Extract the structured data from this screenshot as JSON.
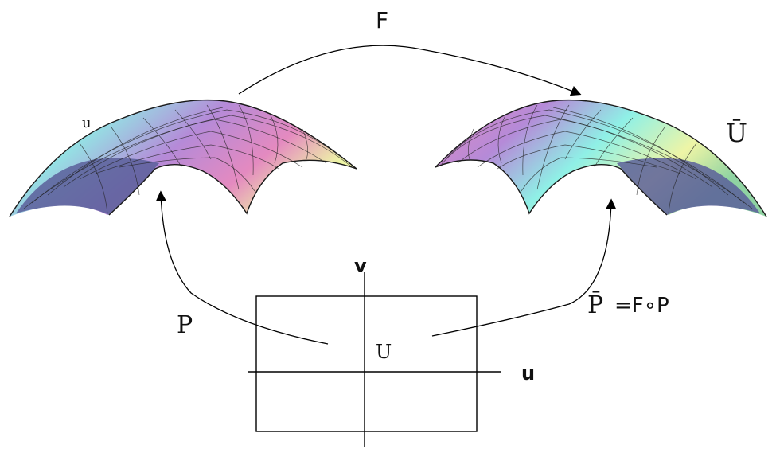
{
  "labels": {
    "map_f": "F",
    "surface_left": "u",
    "surface_right": "Ū",
    "param_p": "P",
    "param_pbar_lhs": "P̄",
    "param_pbar_rhs": "=F∘P",
    "axis_v": "v",
    "axis_u": "u",
    "domain_u": "U"
  },
  "colors": {
    "surface_cyan": "#8ff0e6",
    "surface_purple": "#b58ad8",
    "surface_pink": "#e48ac0",
    "surface_yellow": "#eef5a6",
    "surface_dark": "#5a5f9a",
    "surface_green": "#8fd3a2"
  }
}
